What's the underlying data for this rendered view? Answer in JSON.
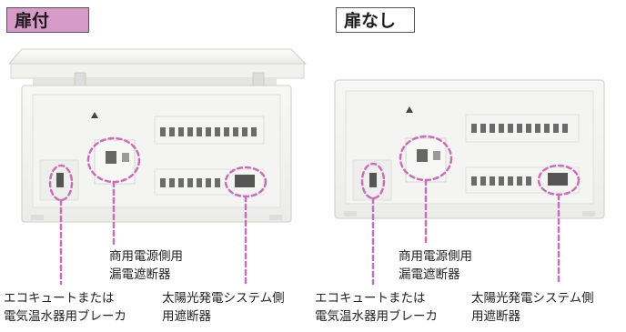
{
  "tags": {
    "with_door": "扉付",
    "without_door": "扉なし"
  },
  "callouts": {
    "main_breaker": [
      "商用電源側用",
      "漏電遮断器"
    ],
    "ecocute_breaker": [
      "エコキュートまたは",
      "電気温水器用ブレーカ"
    ],
    "solar_breaker": [
      "太陽光発電システム側",
      "用遮断器"
    ]
  },
  "colors": {
    "accent_pink": "#d79bc9",
    "callout_dash": "#c86fb8",
    "panel_body": "#f3f3f1",
    "panel_edge": "#cfcfcc"
  }
}
